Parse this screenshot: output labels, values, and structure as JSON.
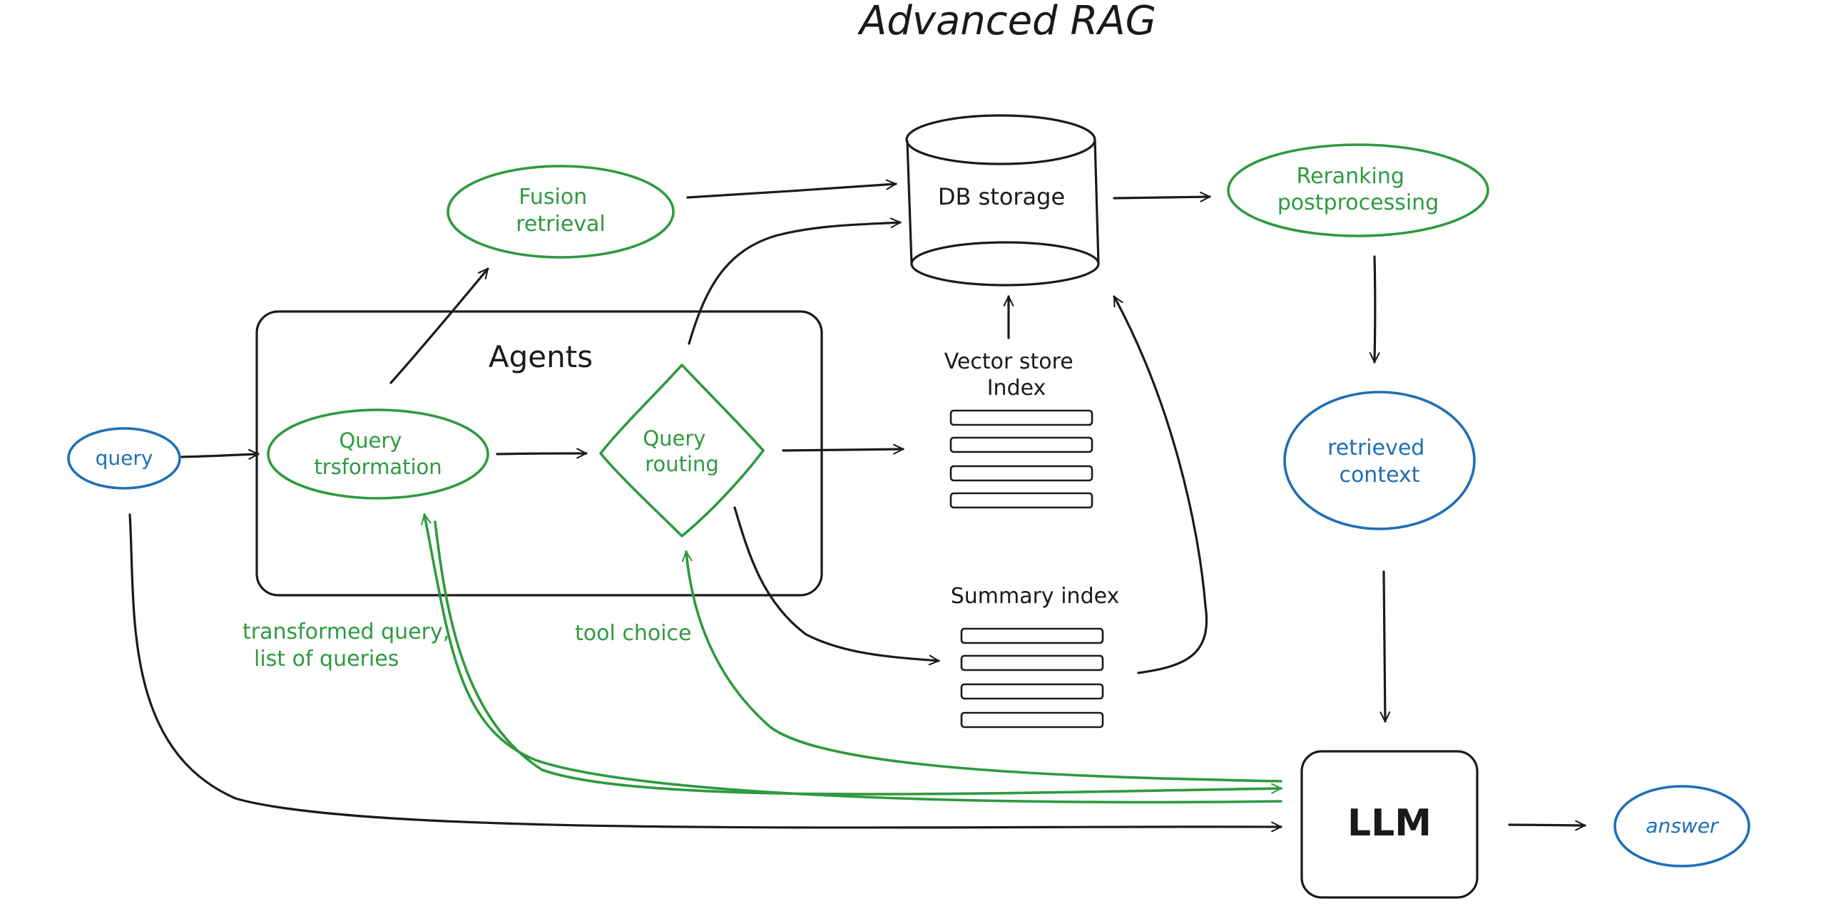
{
  "title": "Advanced RAG",
  "colors": {
    "ink": "#1a1a1a",
    "green": "#2e9a3e",
    "blue": "#1f6fb5",
    "background": "#ffffff"
  },
  "nodes": {
    "query": "query",
    "agents": "Agents",
    "query_transformation": [
      "Query",
      "trsformation"
    ],
    "query_routing": [
      "Query",
      "routing"
    ],
    "fusion_retrieval": [
      "Fusion",
      "retrieval"
    ],
    "db_storage": "DB storage",
    "vector_store_index": [
      "Vector store",
      "Index"
    ],
    "summary_index": "Summary index",
    "reranking": [
      "Reranking",
      "postprocessing"
    ],
    "retrieved_context": [
      "retrieved",
      "context"
    ],
    "llm": "LLM",
    "answer": "answer"
  },
  "edge_labels": {
    "transformed_query": [
      "transformed query,",
      "list of queries"
    ],
    "tool_choice": "tool choice"
  }
}
